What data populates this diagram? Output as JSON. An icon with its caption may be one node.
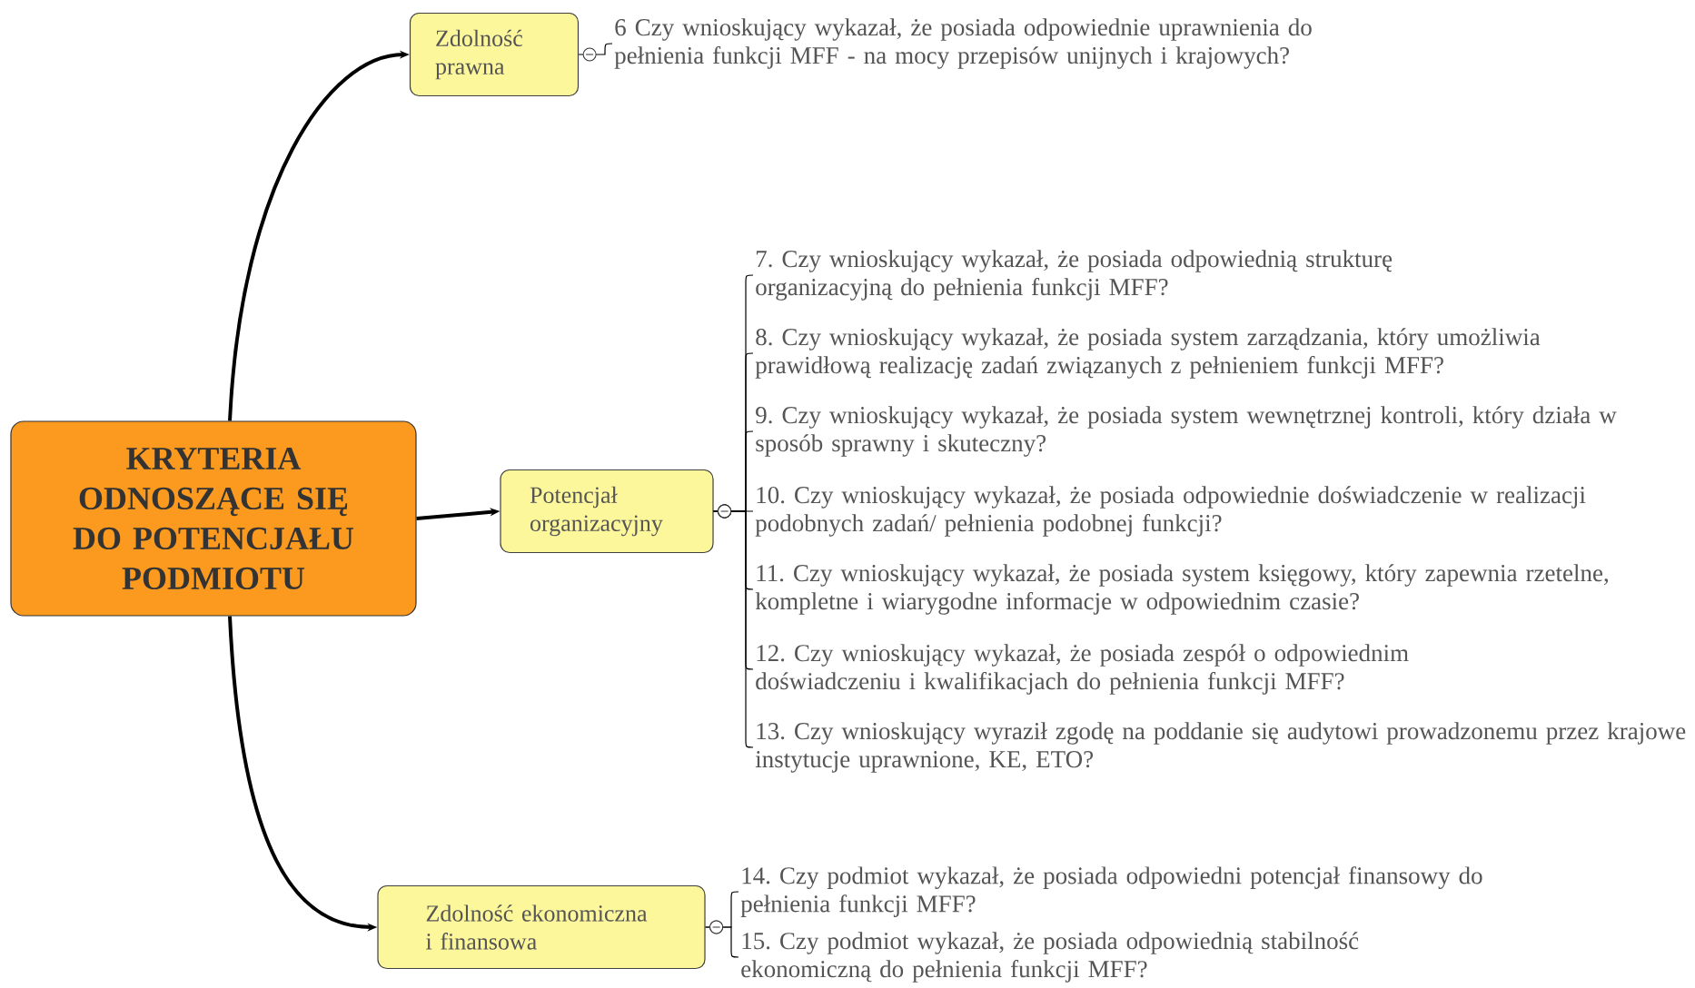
{
  "diagram": {
    "nodes": [
      {
        "text": [
          "KRYTERIA ODNOSZĄCE SIĘ DO POTENCJAŁU PODMIOTU"
        ]
      },
      {
        "text": [
          "Zdolność prawna"
        ]
      },
      {
        "text": [
          "6 Czy wnioskujący wykazał, że posiada odpowiednie uprawnienia do pełnienia funkcji MFF - na mocy przepisów unijnych i krajowych?"
        ]
      },
      {
        "text": [
          "Potencjał organizacyjny"
        ]
      },
      {
        "text": [
          "7. Czy wnioskujący wykazał, że posiada odpowiednią strukturę organizacyjną do pełnienia funkcji MFF?"
        ]
      },
      {
        "text": [
          "8. Czy wnioskujący wykazał, że posiada system zarządzania, który umożliwia prawidłową realizację zadań związanych z pełnieniem funkcji MFF?"
        ]
      },
      {
        "text": [
          "9. Czy wnioskujący wykazał, że posiada system wewnętrznej kontroli, który działa w sposób sprawny i skuteczny?"
        ]
      },
      {
        "text": [
          "10. Czy wnioskujący wykazał, że posiada odpowiednie doświadczenie w realizacji podobnych zadań/ pełnienia podobnej funkcji?"
        ]
      },
      {
        "text": [
          "11. Czy wnioskujący wykazał, że posiada system księgowy, który zapewnia rzetelne, kompletne i wiarygodne informacje w odpowiednim czasie?"
        ]
      },
      {
        "text": [
          "12. Czy wnioskujący wykazał, że posiada zespół o odpowiednim doświadczeniu i kwalifikacjach do pełnienia funkcji MFF?"
        ]
      },
      {
        "text": [
          "13. Czy wnioskujący wyraził zgodę na poddanie się audytowi prowadzonemu przez krajowe instytucje uprawnione, KE, ETO?"
        ]
      },
      {
        "text": [
          "Zdolność ekonomiczna i finansowa"
        ]
      },
      {
        "text": [
          "14. Czy podmiot wykazał, że posiada odpowiedni potencjał finansowy do pełnienia funkcji MFF?"
        ]
      },
      {
        "text": [
          "15. Czy podmiot wykazał, że posiada odpowiednią stabilność ekonomiczną do pełnienia funkcji MFF?"
        ]
      }
    ],
    "edges": [
      {
        "from": 0,
        "to": 1,
        "arrow": "to",
        "style": "thick"
      },
      {
        "from": 0,
        "to": 3,
        "arrow": "to",
        "style": "thick"
      },
      {
        "from": 0,
        "to": 11,
        "arrow": "to",
        "style": "thick"
      },
      {
        "from": 1,
        "to": 2,
        "arrow": "other"
      },
      {
        "from": 3,
        "to": 4,
        "arrow": "other"
      },
      {
        "from": 3,
        "to": 5,
        "arrow": "other"
      },
      {
        "from": 3,
        "to": 6,
        "arrow": "other"
      },
      {
        "from": 3,
        "to": 7,
        "arrow": "other"
      },
      {
        "from": 3,
        "to": 8,
        "arrow": "other"
      },
      {
        "from": 3,
        "to": 9,
        "arrow": "other"
      },
      {
        "from": 3,
        "to": 10,
        "arrow": "other"
      },
      {
        "from": 11,
        "to": 12,
        "arrow": "other"
      },
      {
        "from": 11,
        "to": 13,
        "arrow": "other"
      }
    ]
  }
}
